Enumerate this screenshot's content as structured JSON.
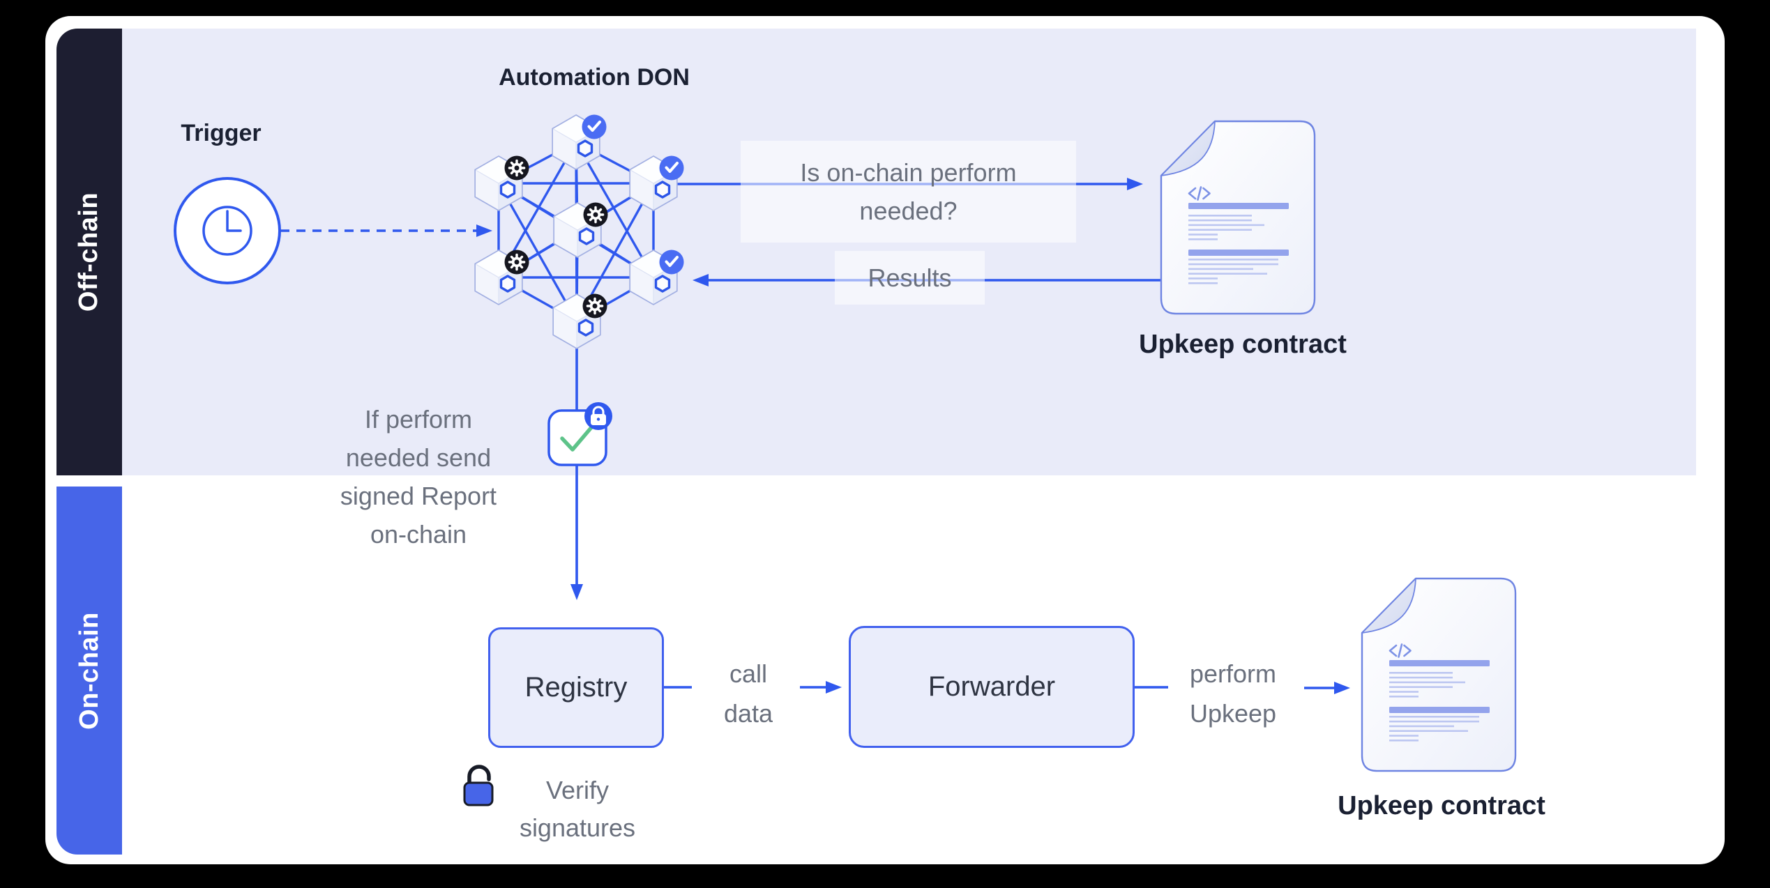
{
  "sidebar": {
    "offchain_label": "Off-chain",
    "onchain_label": "On-chain"
  },
  "offchain": {
    "trigger_label": "Trigger",
    "don_title": "Automation DON",
    "question_label": "Is on-chain perform needed?",
    "results_label": "Results",
    "upkeep_contract_label": "Upkeep contract",
    "report_note": "If perform needed send signed Report on-chain"
  },
  "onchain": {
    "registry_label": "Registry",
    "call_data_label": "call data",
    "forwarder_label": "Forwarder",
    "perform_upkeep_label": "perform Upkeep",
    "upkeep_contract_label": "Upkeep contract",
    "verify_signatures_label": "Verify signatures"
  },
  "don": {
    "node_count": 7,
    "check_badge_nodes": 3,
    "gear_badge_nodes": 4
  },
  "colors": {
    "canvas_bg": "#000000",
    "card_bg": "#ffffff",
    "offchain_band": "#e9ebf9",
    "sidebar_dark": "#1d1e31",
    "sidebar_blue": "#4765e8",
    "accent_blue": "#2f58ee",
    "badge_blue": "#4a6cf3",
    "badge_dark": "#15161f",
    "link_logo_blue": "#2c55e8",
    "green_check": "#5dc389",
    "gray_text": "#6a707d",
    "dark_text": "#1a2032",
    "box_fill": "#eaedfb",
    "box_border": "#4160ee",
    "doc_border": "#6e84e2",
    "doc_bar": "#93a3ec",
    "doc_line": "#bcc6f1",
    "node_outline": "#a3b0e2"
  }
}
